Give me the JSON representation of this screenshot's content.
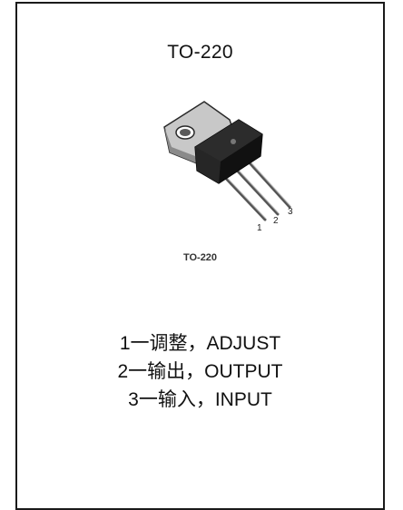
{
  "title": "TO-220",
  "package_label": "TO-220",
  "pin_numbers": [
    "1",
    "2",
    "3"
  ],
  "pins": [
    "1一调整，ADJUST",
    "2一输出，OUTPUT",
    "3一输入，INPUT"
  ]
}
